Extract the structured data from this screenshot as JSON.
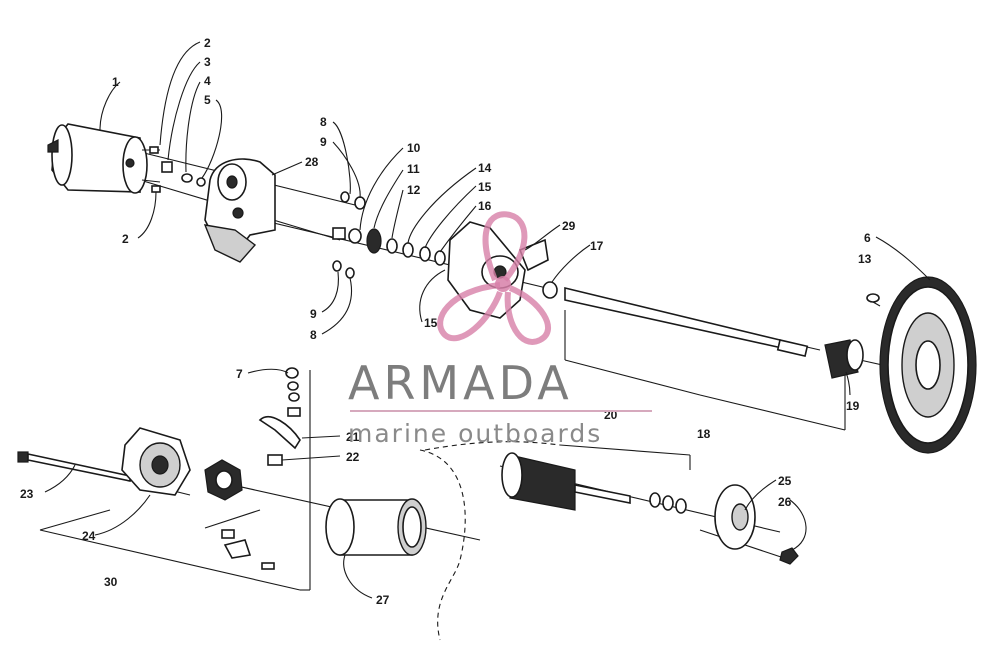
{
  "diagram": {
    "callouts": [
      "1",
      "2",
      "3",
      "4",
      "5",
      "2",
      "8",
      "9",
      "28",
      "10",
      "11",
      "12",
      "14",
      "15",
      "16",
      "29",
      "17",
      "9",
      "8",
      "15",
      "6",
      "13",
      "7",
      "21",
      "22",
      "20",
      "18",
      "19",
      "23",
      "24",
      "30",
      "27",
      "25",
      "26"
    ]
  },
  "watermark": {
    "brand": "ARMADA",
    "tagline": "marine outboards"
  },
  "colors": {
    "logo": "#d77fa8",
    "text": "#7d7d7d",
    "line": "#1a1a1a"
  }
}
